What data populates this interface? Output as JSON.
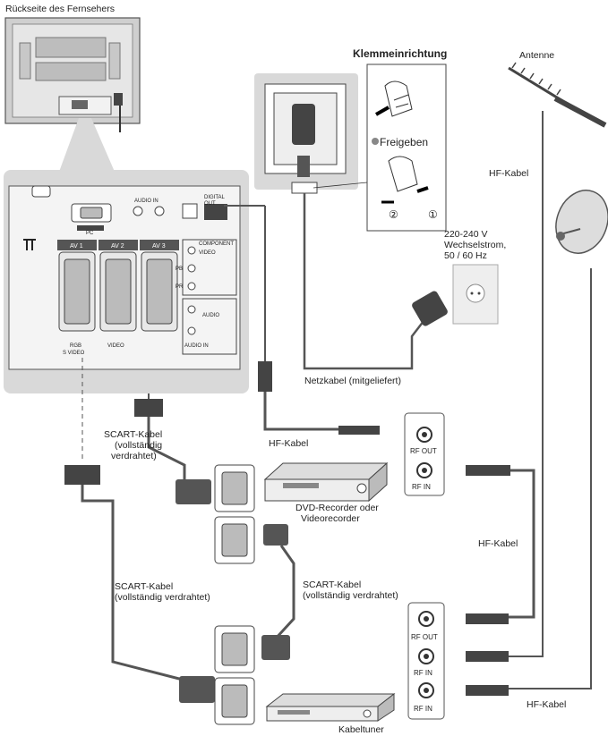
{
  "labels": {
    "tv_back": "Rückseite des Fernsehers",
    "clamp_title": "Klemmeinrichtung",
    "release": "Freigeben",
    "step1": "①",
    "step2": "②",
    "antenna": "Antenne",
    "hf_kabel_top": "HF-Kabel",
    "mains_line1": "220-240 V",
    "mains_line2": "Wechselstrom,",
    "mains_line3": "50 / 60 Hz",
    "power_cable": "Netzkabel (mitgeliefert)",
    "hf_kabel_left": "HF-Kabel",
    "scart_complete1_l1": "SCART-Kabel",
    "scart_complete1_l2": "(vollständig",
    "scart_complete1_l3": "verdrahtet)",
    "dvd_l1": "DVD-Recorder oder",
    "dvd_l2": "Videorecorder",
    "hf_kabel_mid": "HF-Kabel",
    "scart_left_l1": "SCART-Kabel",
    "scart_left_l2": "(vollständig verdrahtet)",
    "scart_mid_l1": "SCART-Kabel",
    "scart_mid_l2": "(vollständig verdrahtet)",
    "rf_out_1": "RF OUT",
    "rf_in_1": "RF IN",
    "rf_out_2": "RF OUT",
    "rf_in_2": "RF IN",
    "rf_in_3": "RF IN",
    "hf_kabel_bottom": "HF-Kabel",
    "cable_tuner": "Kabeltuner",
    "pc": "PC",
    "audio_in": "AUDIO IN",
    "digital_out": "DIGITAL OUT",
    "av1": "AV 1",
    "av2": "AV 2",
    "av3": "AV 3",
    "component": "COMPONENT",
    "video": "VIDEO",
    "pb": "PB",
    "pr": "PR",
    "audio": "AUDIO",
    "audio_in_box": "AUDIO IN",
    "rgb": "RGB",
    "s_video": "S VIDEO",
    "video_small": "VIDEO"
  },
  "colors": {
    "panel": "#d9d9d9",
    "tv_back": "#cfcfcf",
    "cable": "#555555",
    "line": "#333333"
  }
}
